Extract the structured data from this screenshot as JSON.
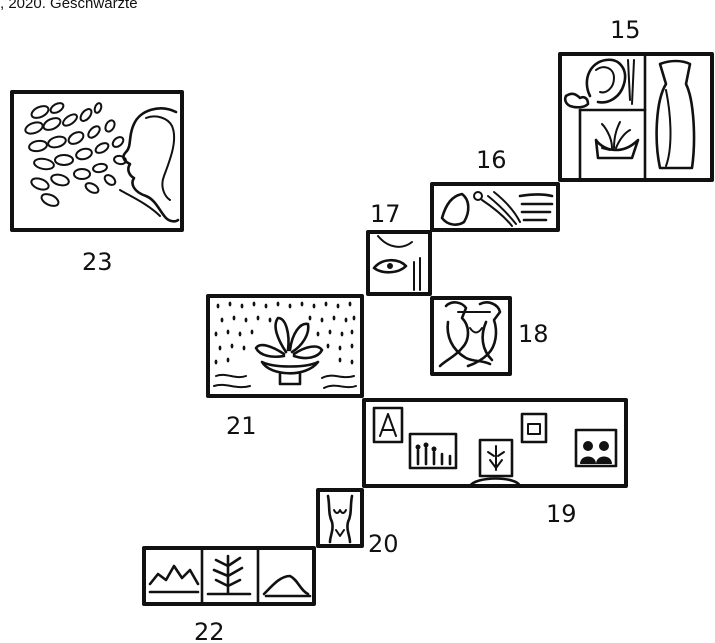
{
  "caption": ", 2020. Geschwärzte",
  "labels": {
    "n15": "15",
    "n16": "16",
    "n17": "17",
    "n18": "18",
    "n19": "19",
    "n20": "20",
    "n21": "21",
    "n22": "22",
    "n23": "23"
  },
  "colors": {
    "ink": "#111111",
    "paper": "#ffffff"
  }
}
